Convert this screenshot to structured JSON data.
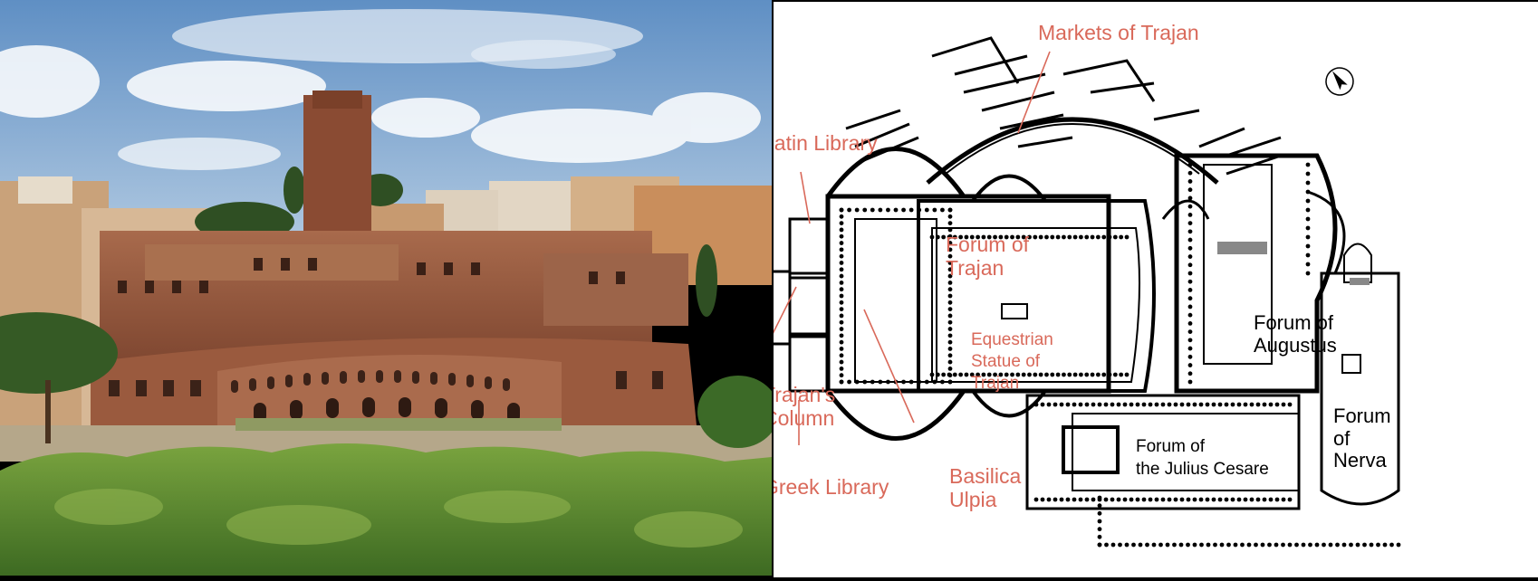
{
  "labels": {
    "markets_of_trajan": "Markets of Trajan",
    "latin_library": "Latin Library",
    "forum_of_trajan": "Forum of\nTrajan",
    "equestrian_statue": "Equestrian\nStatue of\nTrajan",
    "trajans_column": "Trajan's\nColumn",
    "greek_library": "Greek Library",
    "basilica_ulpia": "Basilica\nUlpia",
    "forum_of_augustus": "Forum of\nAugustus",
    "forum_of_nerva": "Forum\nof\nNerva",
    "forum_of_julius": "Forum of\nthe Julius Cesare"
  },
  "colors": {
    "label_red": "#d9695a",
    "plan_ink": "#000000",
    "sky": "#7fa6cf",
    "brick": "#9a5a3e",
    "foliage": "#5f8a33"
  },
  "icons": {
    "north": "north-arrow-icon"
  }
}
